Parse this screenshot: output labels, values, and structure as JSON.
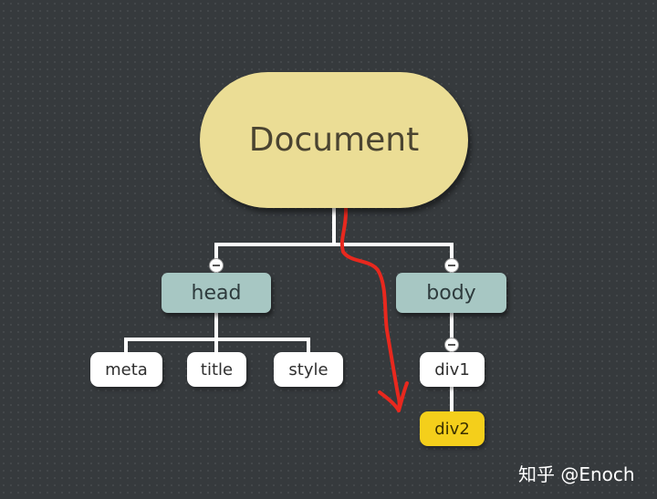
{
  "root": {
    "label": "Document"
  },
  "nodes": {
    "head": "head",
    "body": "body",
    "meta": "meta",
    "title": "title",
    "style": "style",
    "div1": "div1",
    "div2": "div2"
  },
  "colors": {
    "root_fill": "#ebdd95",
    "branch_fill": "#a7c7c3",
    "leaf_fill": "#ffffff",
    "highlight_fill": "#f4cf1b",
    "connector": "#ffffff",
    "annotation_arrow": "#e8281e",
    "background": "#363a3d"
  },
  "watermark": "知乎 @Enoch"
}
